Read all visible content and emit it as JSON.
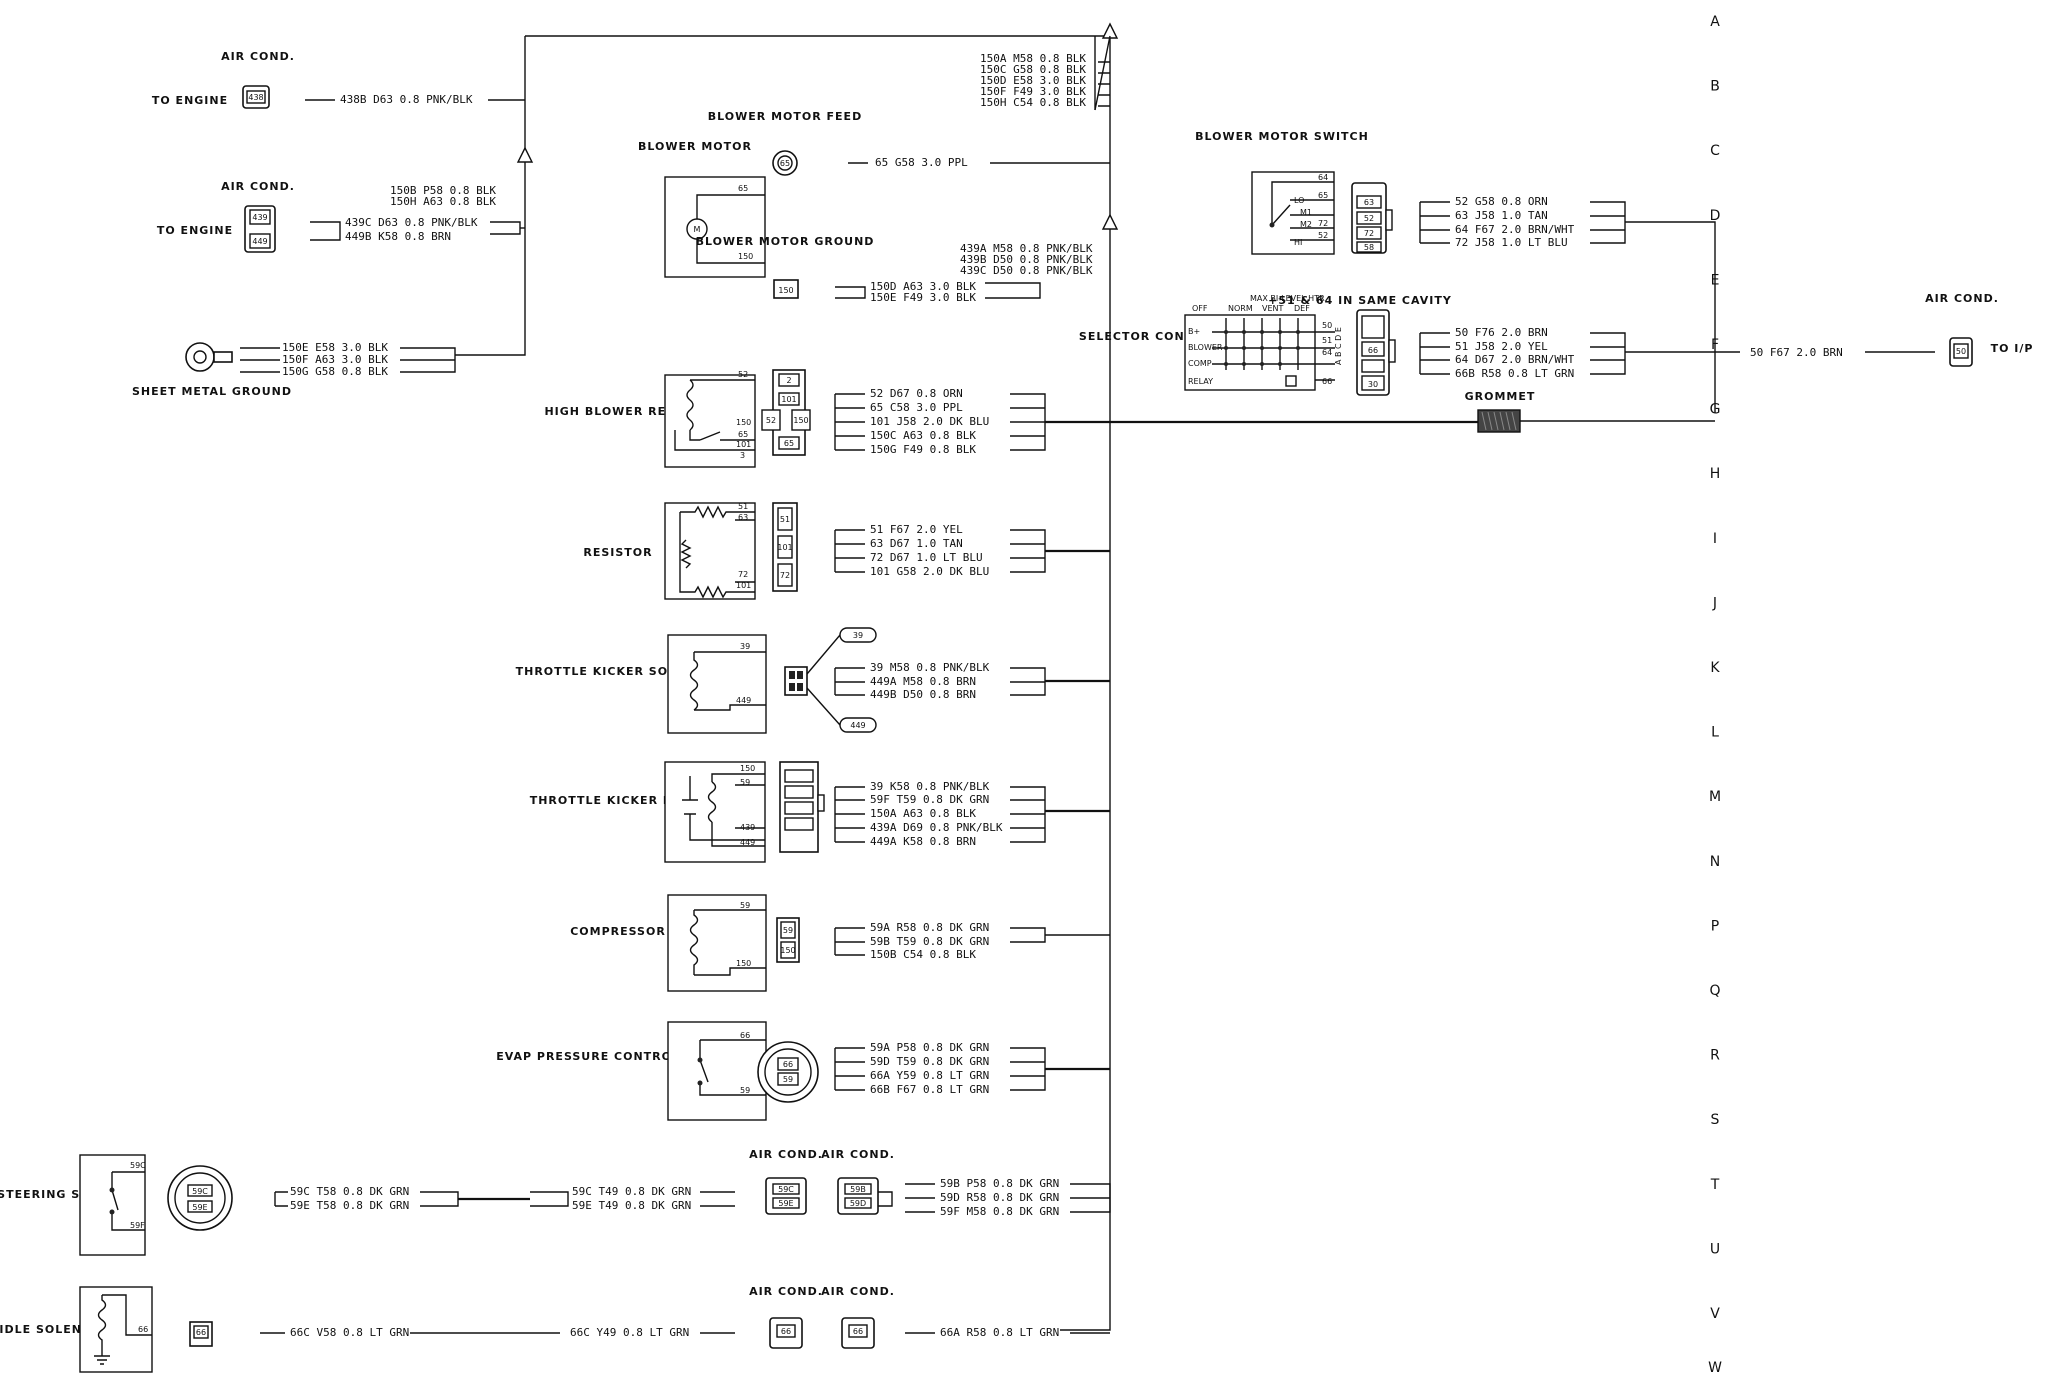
{
  "labels": {
    "to_engine": "TO ENGINE",
    "air_cond": "AIR COND.",
    "sheet_metal_ground": "SHEET METAL GROUND",
    "blower_motor": "BLOWER MOTOR",
    "blower_motor_feed": "BLOWER MOTOR FEED",
    "blower_motor_ground": "BLOWER MOTOR GROUND",
    "high_blower_relay": "HIGH BLOWER RELAY",
    "resistor": "RESISTOR",
    "throttle_kicker_solenoid": "THROTTLE KICKER SOLENOID",
    "throttle_kicker_relay": "THROTTLE KICKER RELAY",
    "compressor": "COMPRESSOR",
    "evap_switch": "EVAP PRESSURE CONTROL SWITCH",
    "power_steering_switch": "POWER STEERING SWITCH",
    "fast_idle_solenoid": "FAST IDLE SOLENOID",
    "blower_motor_switch": "BLOWER MOTOR SWITCH",
    "selector_control": "SELECTOR CONTROL",
    "same_cavity": "+51 & 64 IN SAME CAVITY",
    "grommet": "GROMMET",
    "to_ip": "TO I/P",
    "motor_symbol": "M",
    "selector_header": "MAX  BI-LEVEL  HTR",
    "selector_cols": [
      "OFF",
      "NORM",
      "VENT",
      "DEF"
    ],
    "selector_rows": [
      "B+",
      "BLOWER",
      "COMP",
      "RELAY"
    ],
    "switch_positions": [
      "LO",
      "M1",
      "M2",
      "HI"
    ],
    "cavity_letters": "A B C D E"
  },
  "row_letters": [
    "A",
    "B",
    "C",
    "D",
    "E",
    "F",
    "G",
    "H",
    "I",
    "J",
    "K",
    "L",
    "M",
    "N",
    "P",
    "Q",
    "R",
    "S",
    "T",
    "U",
    "V",
    "W"
  ],
  "wire_groups": {
    "top": [
      "150A  M58  0.8 BLK",
      "150C  G58  0.8 BLK",
      "150D  E58  3.0 BLK",
      "150F  F49  3.0 BLK",
      "150H  C54  0.8 BLK"
    ],
    "ac1": [
      "438B  D63  0.8 PNK/BLK"
    ],
    "ac2_top": [
      "150B  P58  0.8 BLK",
      "150H  A63  0.8 BLK"
    ],
    "ac2": [
      "439C  D63  0.8 PNK/BLK",
      "449B  K58  0.8 BRN"
    ],
    "ground": [
      "150E  E58  3.0 BLK",
      "150F  A63  3.0 BLK",
      "150G  G58  0.8 BLK"
    ],
    "feed": [
      "65  G58  3.0 PPL"
    ],
    "mground_top": [
      "439A  M58  0.8 PNK/BLK",
      "439B  D50  0.8 PNK/BLK",
      "439C  D50  0.8 PNK/BLK"
    ],
    "mground": [
      "150D  A63  3.0 BLK",
      "150E  F49  3.0 BLK"
    ],
    "relay": [
      "52  D67  0.8 ORN",
      "65  C58  3.0 PPL",
      "101  J58  2.0 DK BLU",
      "150C  A63  0.8 BLK",
      "150G  F49  0.8 BLK"
    ],
    "resistor": [
      "51  F67  2.0 YEL",
      "63  D67  1.0 TAN",
      "72  D67  1.0 LT BLU",
      "101  G58  2.0 DK BLU"
    ],
    "tks": [
      "39  M58  0.8 PNK/BLK",
      "449A  M58  0.8 BRN",
      "449B  D50  0.8 BRN"
    ],
    "tkr": [
      "39  K58  0.8 PNK/BLK",
      "59F  T59  0.8 DK GRN",
      "150A  A63  0.8 BLK",
      "439A  D69  0.8 PNK/BLK",
      "449A  K58  0.8 BRN"
    ],
    "comp": [
      "59A  R58  0.8 DK GRN",
      "59B  T59  0.8 DK GRN",
      "150B  C54  0.8 BLK"
    ],
    "evap": [
      "59A  P58  0.8 DK GRN",
      "59D  T59  0.8 DK GRN",
      "66A  Y59  0.8 LT GRN",
      "66B  F67  0.8 LT GRN"
    ],
    "ps1": [
      "59C  T58  0.8 DK GRN",
      "59E  T58  0.8 DK GRN"
    ],
    "ps2": [
      "59C  T49  0.8 DK GRN",
      "59E  T49  0.8 DK GRN"
    ],
    "ps3": [
      "59B  P58  0.8 DK GRN",
      "59D  R58  0.8 DK GRN",
      "59F  M58  0.8 DK GRN"
    ],
    "fi1": [
      "66C  V58  0.8 LT GRN"
    ],
    "fi2": [
      "66C  Y49  0.8 LT GRN"
    ],
    "fi3": [
      "66A  R58  0.8 LT GRN"
    ],
    "bms": [
      "52  G58  0.8 ORN",
      "63  J58  1.0 TAN",
      "64  F67  2.0 BRN/WHT",
      "72  J58  1.0 LT BLU"
    ],
    "sel": [
      "50  F76  2.0 BRN",
      "51  J58  2.0 YEL",
      "64  D67  2.0 BRN/WHT",
      "66B  R58  0.8 LT GRN"
    ],
    "ip": [
      "50  F67  2.0 BRN"
    ]
  },
  "pins": {
    "c438": "438",
    "c439": "439",
    "c449": "449",
    "feed": "65",
    "mground": "150",
    "blower": [
      "65",
      "150"
    ],
    "relay_pins": [
      "52",
      "150",
      "65",
      "101",
      "3"
    ],
    "relay_conn": [
      "2",
      "101",
      "52",
      "150",
      "65"
    ],
    "res_pins": [
      "51",
      "63",
      "72",
      "101"
    ],
    "res_conn": [
      "51",
      "101",
      "72"
    ],
    "tks_pins": [
      "39",
      "449"
    ],
    "tks_tags": [
      "39",
      "449"
    ],
    "tkr_pins": [
      "150",
      "59",
      "439",
      "449"
    ],
    "comp_pins": [
      "59",
      "150"
    ],
    "comp_conn": [
      "59",
      "150"
    ],
    "evap_pins": [
      "66",
      "59"
    ],
    "evap_conn": [
      "66",
      "59"
    ],
    "ps_pins": [
      "59C",
      "59F"
    ],
    "ps_conn": [
      "59C",
      "59E"
    ],
    "ac_conn_a": [
      "59C",
      "59E"
    ],
    "ac_conn_b": [
      "59B",
      "59D"
    ],
    "fi_pin": "66",
    "fi_conn": [
      "66",
      "66",
      "66"
    ],
    "bms_pins": [
      "64",
      "M1",
      "65",
      "72",
      "52"
    ],
    "bms_conn": [
      "63",
      "52",
      "72",
      "58"
    ],
    "sel_pins": [
      "50",
      "51",
      "64",
      "66"
    ],
    "sel_conn": [
      "66",
      "30"
    ],
    "ip_conn": "50"
  }
}
